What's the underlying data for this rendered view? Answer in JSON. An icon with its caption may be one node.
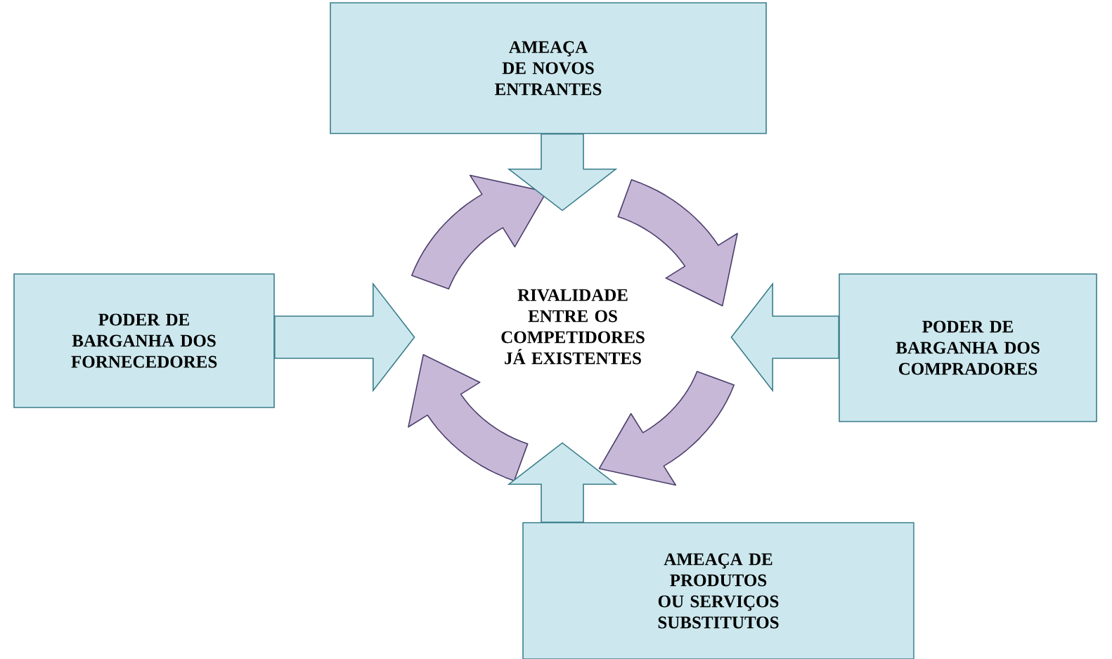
{
  "diagram": {
    "nodes": [
      {
        "text": [
          "AMEAÇA DE NOVOS ENTRANTES"
        ]
      },
      {
        "text": [
          "PODER DE BARGANHA DOS FORNECEDORES"
        ]
      },
      {
        "text": [
          "RIVALIDADE ENTRE OS COMPETIDORES JÁ EXISTENTES"
        ]
      },
      {
        "text": [
          "PODER DE BARGANHA DOS COMPRADORES"
        ]
      },
      {
        "text": [
          "AMEAÇA DE PRODUTOS OU SERVIÇOS SUBSTITUTOS"
        ]
      }
    ],
    "edges": [
      {
        "from": 0,
        "to": 2,
        "arrow": "to"
      },
      {
        "from": 1,
        "to": 2,
        "arrow": "to"
      },
      {
        "from": 3,
        "to": 2,
        "arrow": "to"
      },
      {
        "from": 4,
        "to": 2,
        "arrow": "to"
      }
    ]
  }
}
